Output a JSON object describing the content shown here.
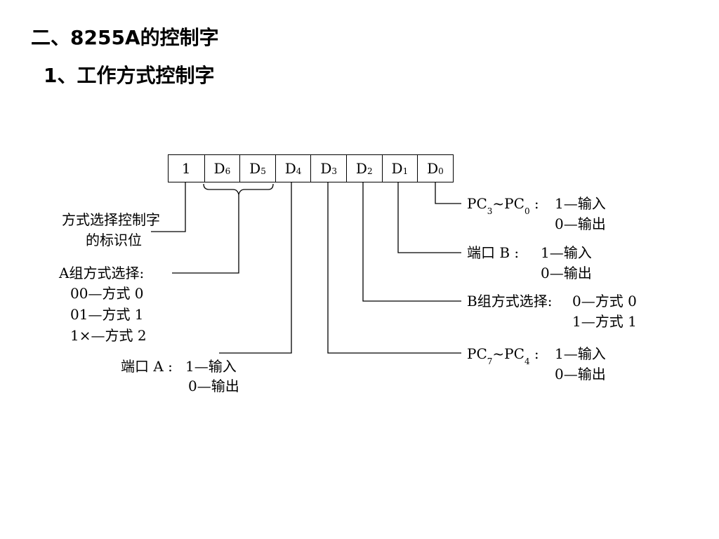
{
  "title": "二、8255A的控制字",
  "subtitle": "1、工作方式控制字",
  "register": {
    "bit7": "1",
    "d6": "D",
    "d6_sub": "6",
    "d5": "D",
    "d5_sub": "5",
    "d4": "D",
    "d4_sub": "4",
    "d3": "D",
    "d3_sub": "3",
    "d2": "D",
    "d2_sub": "2",
    "d1": "D",
    "d1_sub": "1",
    "d0": "D",
    "d0_sub": "0"
  },
  "labels": {
    "flag_line1": "方式选择控制字",
    "flag_line2": "的标识位",
    "a_group_head": "A组方式选择:",
    "a_group_opt1": "00—方式 0",
    "a_group_opt2": "01—方式 1",
    "a_group_opt3": "1×—方式 2",
    "port_a_head": "端口 A :",
    "port_a_opt1": "1—输入",
    "port_a_opt2": "0—输出",
    "pc_low_pc": "PC",
    "pc_low_sub1": "3",
    "pc_low_mid": "~PC",
    "pc_low_sub2": "0",
    "pc_low_colon": " :",
    "pc_low_opt1": "1—输入",
    "pc_low_opt2": "0—输出",
    "port_b_head": "端口 B :",
    "port_b_opt1": "1—输入",
    "port_b_opt2": "0—输出",
    "b_group_head": "B组方式选择:",
    "b_group_opt1": "0—方式 0",
    "b_group_opt2": "1—方式 1",
    "pc_high_pc": "PC",
    "pc_high_sub1": "7",
    "pc_high_mid": "~PC",
    "pc_high_sub2": "4",
    "pc_high_colon": " :",
    "pc_high_opt1": "1—输入",
    "pc_high_opt2": "0—输出"
  }
}
